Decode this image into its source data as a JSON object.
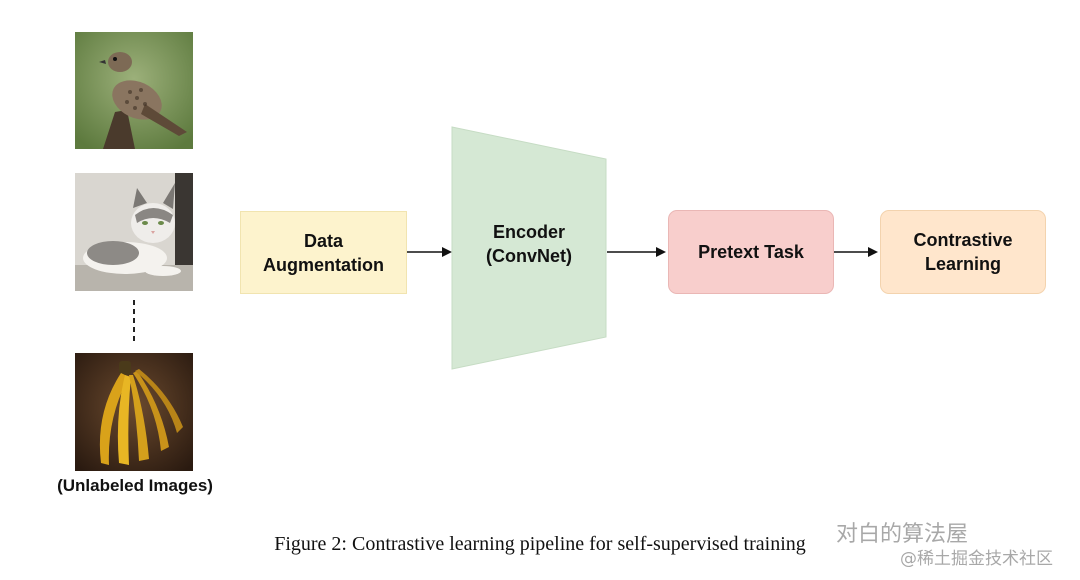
{
  "images": {
    "items": [
      {
        "name": "bird-image",
        "subject": "bird"
      },
      {
        "name": "cat-image",
        "subject": "cat"
      },
      {
        "name": "banana-image",
        "subject": "bananas"
      }
    ],
    "label": "(Unlabeled Images)"
  },
  "nodes": {
    "augmentation": {
      "label": "Data\nAugmentation",
      "color": "#fdf3cd"
    },
    "encoder": {
      "label": "Encoder\n(ConvNet)",
      "color": "#d5e8d4"
    },
    "pretext": {
      "label": "Pretext Task",
      "color": "#f8cecc"
    },
    "contrastive": {
      "label": "Contrastive\nLearning",
      "color": "#ffe6cc"
    }
  },
  "caption": "Figure 2: Contrastive learning pipeline for self-supervised training",
  "watermark": {
    "line1": "对白的算法屋",
    "line2": "@稀土掘金技术社区"
  }
}
